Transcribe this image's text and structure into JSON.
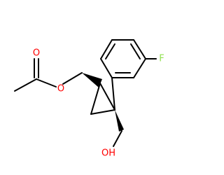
{
  "molecule": {
    "atoms": {
      "carbonyl_oxygen": "O",
      "ester_oxygen": "O",
      "hydroxyl": "OH",
      "fluorine": "F"
    },
    "colors": {
      "bond": "#000000",
      "oxygen": "#ff0000",
      "fluorine": "#90e050"
    }
  }
}
